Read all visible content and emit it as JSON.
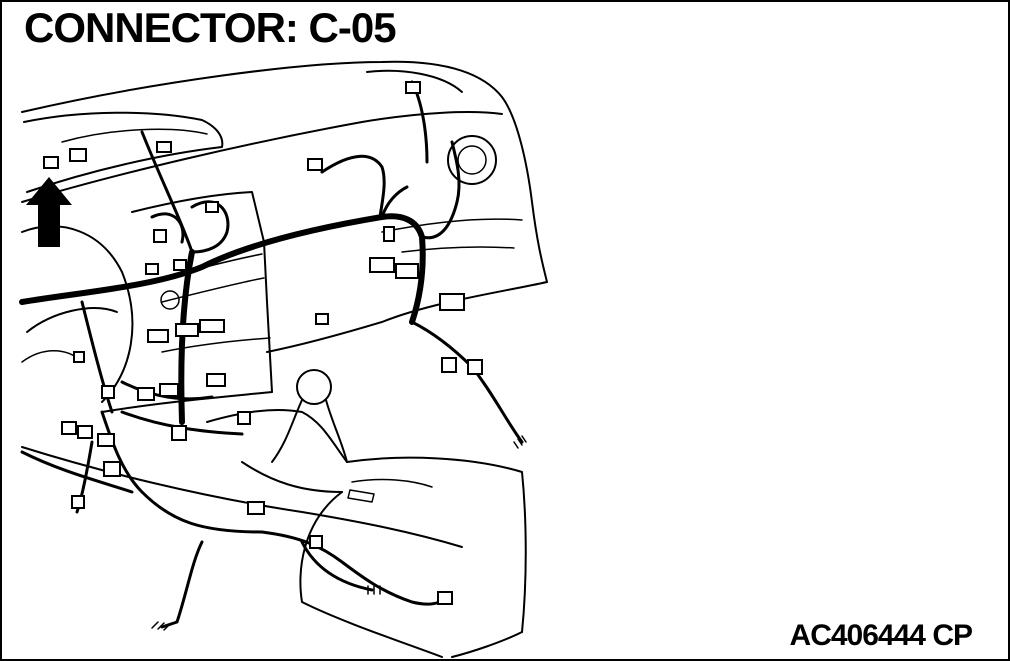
{
  "header": {
    "title": "CONNECTOR: C-05"
  },
  "footer": {
    "figure_code": "AC406444 CP"
  },
  "diagram": {
    "subject": "instrument-panel-wiring-harness",
    "indicator": "arrow-up-icon"
  }
}
